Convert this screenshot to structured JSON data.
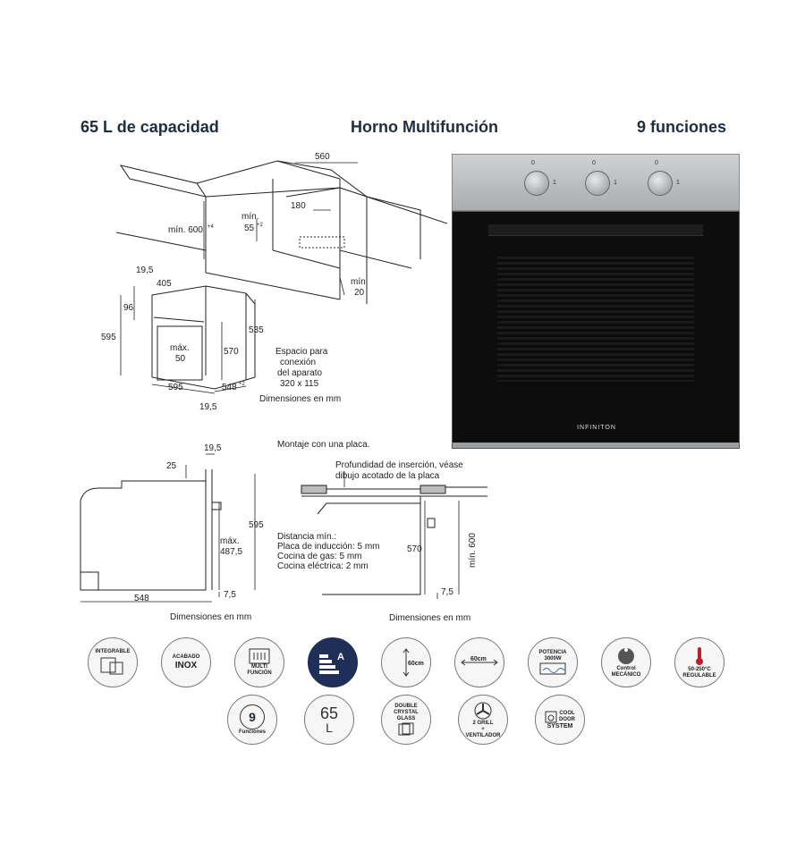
{
  "header": {
    "capacity": "65 L de capacidad",
    "type": "Horno  Multifunción",
    "functions": "9 funciones"
  },
  "top_diagram": {
    "d560": "560",
    "d180": "180",
    "min600": "mín. 600",
    "min600_sup": "+4",
    "min55": "mín.",
    "min55b": "55",
    "min55_sup": "+2",
    "min20a": "mín.",
    "min20b": "20",
    "d19_5_top": "19,5",
    "d405": "405",
    "d96": "96",
    "d595_left": "595",
    "max50a": "máx.",
    "max50b": "50",
    "d570": "570",
    "d535": "535",
    "d595_bottom": "595",
    "d548": "548",
    "d548_sup": "+2",
    "d19_5_bottom": "19,5",
    "space_l1": "Espacio para",
    "space_l2": "conexión",
    "space_l3": "del aparato",
    "space_l4": "320 x 115",
    "dims_mm": "Dimensiones en mm"
  },
  "product": {
    "brand": "INFINITON",
    "knob_marks": [
      "0",
      "1",
      "0",
      "1",
      "0",
      "1"
    ]
  },
  "bottom_left": {
    "d19_5": "19,5",
    "d25": "25",
    "d595": "595",
    "max1": "máx.",
    "max2": "487,5",
    "d7_5": "7,5",
    "d548": "548",
    "dims_mm": "Dimensiones en mm"
  },
  "bottom_right": {
    "title": "Montaje con una placa.",
    "depth1": "Profundidad de inserción, véase",
    "depth2": "dibujo acotado de la placa",
    "dist_title": "Distancia mín.:",
    "dist_ind": "Placa de inducción: 5 mm",
    "dist_gas": "Cocina de gas: 5 mm",
    "dist_elec": "Cocina eléctrica: 2 mm",
    "d570": "570",
    "min600": "mín. 600",
    "d7_5": "7,5",
    "dims_mm": "Dimensiones en mm"
  },
  "icons": {
    "integrable": "INTEGRABLE",
    "acabado1": "ACABADO",
    "acabado2": "INOX",
    "multi1": "MULTI",
    "multi2": "FUNCIÓN",
    "energy": "A",
    "h60": "60cm",
    "w60": "60cm",
    "pot1": "POTENCIA",
    "pot2": "3000W",
    "control1": "Control",
    "control2": "MECÁNICO",
    "temp1": "50-250°C",
    "temp2": "REGULABLE",
    "nine": "9",
    "nine_lbl": "Funciones",
    "cap1": "65",
    "cap2": "L",
    "glass1": "DOUBLE",
    "glass2": "CRYSTAL",
    "glass3": "GLASS",
    "fan1": "2 GRILL",
    "fan2": "+",
    "fan3": "VENTILADOR",
    "cool1": "COOL",
    "cool2": "DOOR",
    "cool3": "SYSTEM"
  },
  "colors": {
    "heading": "#1f2d3d",
    "steel": "#b9bcbf",
    "glass": "#111111",
    "energy_bg": "#1f2f57",
    "temp_red": "#c0202a"
  }
}
